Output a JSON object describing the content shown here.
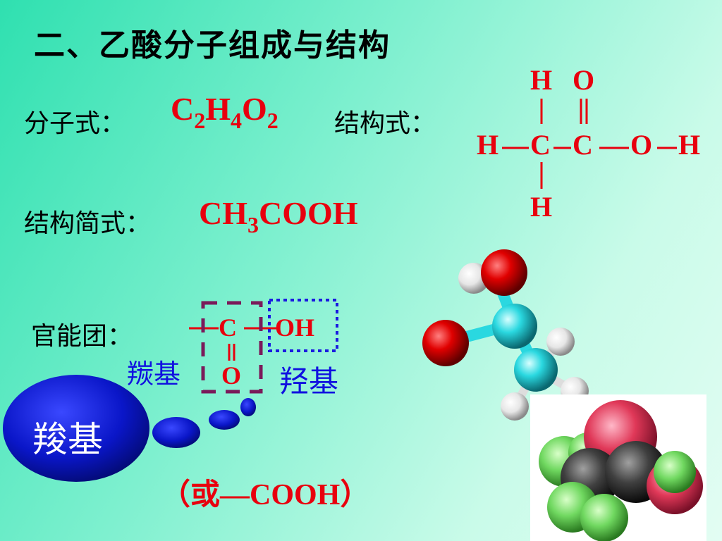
{
  "title": "二、乙酸分子组成与结构",
  "molecular_formula": {
    "label": "分子式：",
    "C": "C",
    "C_sub": "2",
    "H": "H",
    "H_sub": "4",
    "O": "O",
    "O_sub": "2"
  },
  "structural_formula": {
    "label": "结构式：",
    "atoms": {
      "top_h": "H",
      "top_o": "O",
      "left_h": "H",
      "c1": "C",
      "c2": "C",
      "o": "O",
      "right_h": "H",
      "bottom_h": "H"
    }
  },
  "simplified_formula": {
    "label": "结构简式：",
    "part1": "CH",
    "sub": "3",
    "part2": "COOH"
  },
  "functional_group": {
    "label": "官能团：",
    "c": "C",
    "oh": "OH",
    "o": "O",
    "carbonyl_label": "羰基",
    "hydroxyl_label": "羟基"
  },
  "bubble": {
    "label": "羧基",
    "alt": "（或—COOH）"
  },
  "colors": {
    "title": "#000000",
    "accent_red": "#e8000e",
    "blue_label": "#1010e0",
    "bubble": "#0a16c8",
    "carbonyl_box": "#7a1a5a",
    "hydroxyl_box": "#1a1ae0"
  }
}
